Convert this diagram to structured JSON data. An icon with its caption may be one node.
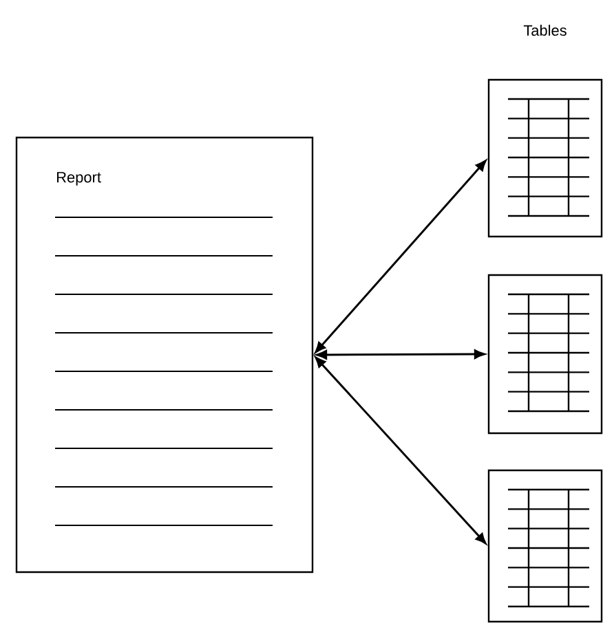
{
  "diagram": {
    "nodes": [
      {
        "text": [
          "Report"
        ]
      },
      {
        "text": [],
        "shape": "picture"
      },
      {
        "text": [],
        "shape": "picture"
      },
      {
        "text": [],
        "shape": "picture"
      }
    ],
    "edges": [
      {
        "from": 0,
        "to": 1,
        "arrow": "both"
      },
      {
        "from": 0,
        "to": 2,
        "arrow": "both"
      },
      {
        "from": 0,
        "to": 3,
        "arrow": "both"
      }
    ],
    "labels": [
      "Tables"
    ]
  }
}
